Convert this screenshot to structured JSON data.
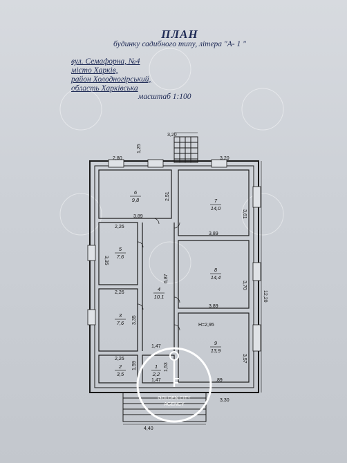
{
  "header": {
    "title": "ПЛАН",
    "subtitle": "будинку садибного типу, літера \"А- 1 \"",
    "address": [
      "вул. Семафорна,  №4",
      "місто Харків,",
      "район  Холодногірський,",
      "область Харківська"
    ],
    "scale": "масштаб 1:100"
  },
  "rooms": [
    {
      "num": "6",
      "area": "9,8"
    },
    {
      "num": "7",
      "area": "14,0"
    },
    {
      "num": "5",
      "area": "7,6"
    },
    {
      "num": "8",
      "area": "14,4"
    },
    {
      "num": "4",
      "area": "10,1"
    },
    {
      "num": "3",
      "area": "7,6"
    },
    {
      "num": "9",
      "area": "13,9"
    },
    {
      "num": "2",
      "area": "3,5"
    },
    {
      "num": "1",
      "area": "2,2"
    }
  ],
  "dimensions": {
    "porch_top_width": "3,20",
    "porch_top_depth": "1,25",
    "room6_width": "2,80",
    "room7_width": "3,20",
    "room6_height": "2,51",
    "room6_bottom": "3,89",
    "room7_height": "3,61",
    "room7_bottom": "3,89",
    "room5_top": "2,26",
    "room5_height": "3,35",
    "corridor_length": "6,87",
    "room8_height": "3,70",
    "room8_bottom": "3,89",
    "total_height": "12,20",
    "room3_top": "2,26",
    "room3_height": "3,35",
    "ceiling_height": "H=2,95",
    "room9_height": "3,57",
    "room1_top": "1,47",
    "room1_height": "1,53",
    "room1_bottom": "1,47",
    "room2_top": "2,26",
    "room2_height": "1,59",
    "room9_bottom": ",89",
    "porch_bottom_right": "3,30",
    "porch_bottom_width": "4,40"
  },
  "watermark": {
    "brand_line1": "GOLDEN CITY",
    "brand_line2": "AGENCY"
  },
  "colors": {
    "ink": "#1e2a55",
    "lines": "#1a1a1a",
    "paper": "#cdd1d7"
  }
}
